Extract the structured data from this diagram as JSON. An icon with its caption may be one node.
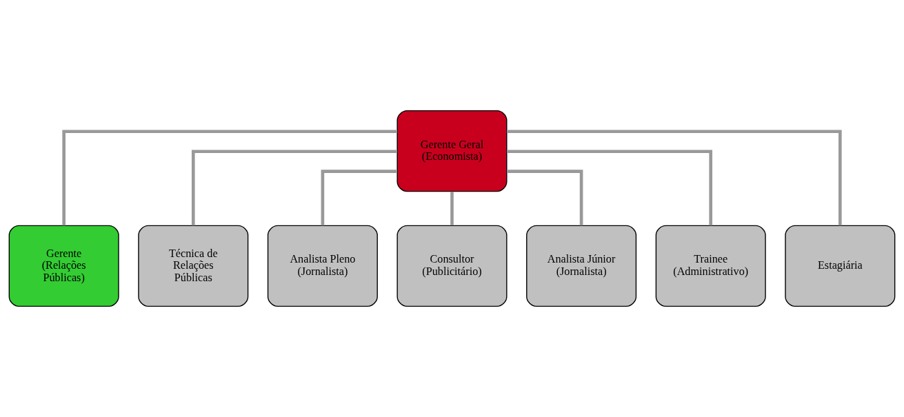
{
  "diagram": {
    "nodes": [
      {
        "text": [
          "Gerente Geral (Economista)"
        ]
      },
      {
        "text": [
          "Gerente (Relações Públicas)"
        ]
      },
      {
        "text": [
          "Técnica de Relações Públicas"
        ]
      },
      {
        "text": [
          "Analista Pleno (Jornalista)"
        ]
      },
      {
        "text": [
          "Consultor (Publicitário)"
        ]
      },
      {
        "text": [
          "Analista Júnior (Jornalista)"
        ]
      },
      {
        "text": [
          "Trainee (Administrativo)"
        ]
      },
      {
        "text": [
          "Estagiária"
        ]
      }
    ],
    "edges": [
      {
        "from": 0,
        "to": 1,
        "arrow": "none"
      },
      {
        "from": 0,
        "to": 2,
        "arrow": "none"
      },
      {
        "from": 0,
        "to": 3,
        "arrow": "none"
      },
      {
        "from": 0,
        "to": 4,
        "arrow": "none"
      },
      {
        "from": 0,
        "to": 5,
        "arrow": "none"
      },
      {
        "from": 0,
        "to": 6,
        "arrow": "none"
      },
      {
        "from": 0,
        "to": 7,
        "arrow": "none"
      }
    ]
  }
}
